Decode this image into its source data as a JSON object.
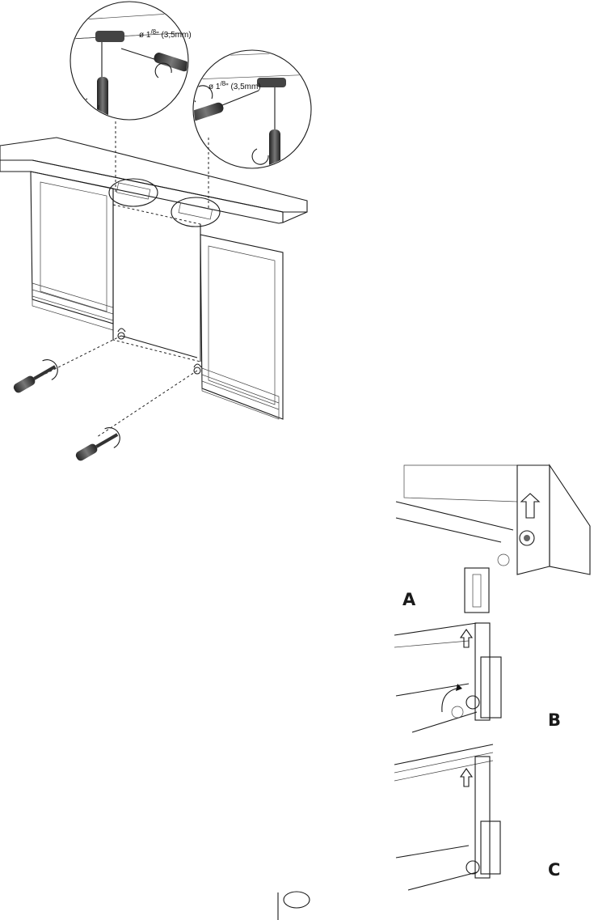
{
  "main_figure": {
    "dimension_left": {
      "prefix": "ø 1",
      "superscript": "/8",
      "suffix": "\" (3,5mm)"
    },
    "dimension_right": {
      "prefix": "ø 1",
      "superscript": "/8",
      "suffix": "\" (3,5mm)"
    }
  },
  "detail_figures": [
    {
      "label": "A"
    },
    {
      "label": "B"
    },
    {
      "label": "C"
    }
  ],
  "footer": {
    "page_marker": ""
  }
}
